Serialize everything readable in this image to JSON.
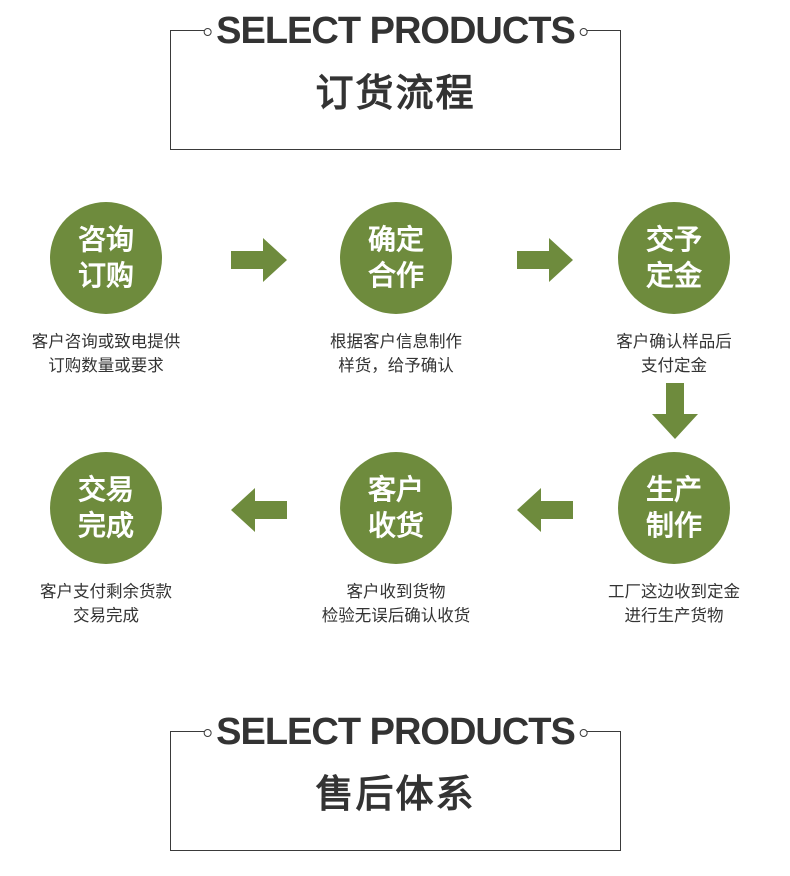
{
  "header_top": {
    "en": "SELECT PRODUCTS",
    "cn": "订货流程"
  },
  "header_bottom": {
    "en": "SELECT PRODUCTS",
    "cn": "售后体系"
  },
  "colors": {
    "accent": "#6e8b3d",
    "text": "#333333"
  },
  "steps": [
    {
      "title1": "咨询",
      "title2": "订购",
      "desc1": "客户咨询或致电提供",
      "desc2": "订购数量或要求"
    },
    {
      "title1": "确定",
      "title2": "合作",
      "desc1": "根据客户信息制作",
      "desc2": "样货，给予确认"
    },
    {
      "title1": "交予",
      "title2": "定金",
      "desc1": "客户确认样品后",
      "desc2": "支付定金"
    },
    {
      "title1": "生产",
      "title2": "制作",
      "desc1": "工厂这边收到定金",
      "desc2": "进行生产货物"
    },
    {
      "title1": "客户",
      "title2": "收货",
      "desc1": "客户收到货物",
      "desc2": "检验无误后确认收货"
    },
    {
      "title1": "交易",
      "title2": "完成",
      "desc1": "客户支付剩余货款",
      "desc2": "交易完成"
    }
  ],
  "arrows": [
    {
      "icon": "arrow-right-icon"
    },
    {
      "icon": "arrow-right-icon"
    },
    {
      "icon": "arrow-down-icon"
    },
    {
      "icon": "arrow-left-icon"
    },
    {
      "icon": "arrow-left-icon"
    }
  ]
}
